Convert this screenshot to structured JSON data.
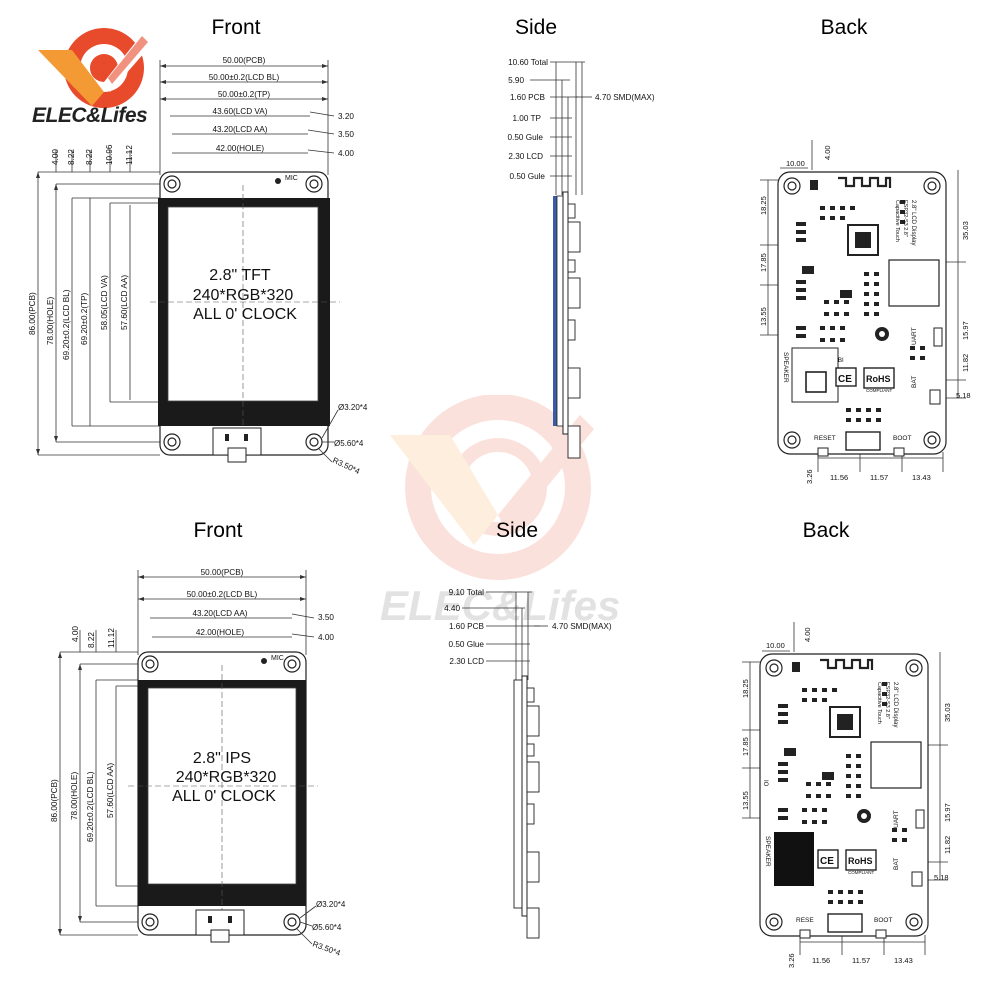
{
  "brand": {
    "logo_text": "ELEC&Lifes",
    "watermark_text": "ELEC&Lifes",
    "colors": {
      "primary": "#e84a2c",
      "secondary": "#f39a34"
    }
  },
  "top": {
    "front": {
      "title": "Front",
      "screen_line1": "2.8\" TFT",
      "screen_line2": "240*RGB*320",
      "screen_line3": "ALL 0' CLOCK",
      "mic": "MIC",
      "h_dims": [
        "50.00(PCB)",
        "50.00±0.2(LCD BL)",
        "50.00±0.2(TP)",
        "43.60(LCD VA)",
        "43.20(LCD AA)",
        "42.00(HOLE)"
      ],
      "right_dims": [
        "3.20",
        "3.50",
        "4.00"
      ],
      "v_dims": [
        "86.00(PCB)",
        "78.00(HOLE)",
        "69.20±0.2(LCD BL)",
        "69.20±0.2(TP)",
        "58.05(LCD VA)",
        "57.60(LCD AA)"
      ],
      "top_small": [
        "4.00",
        "8.22",
        "8.22",
        "10.96",
        "11.12"
      ],
      "hole_labels": [
        "Ø3.20*4",
        "Ø5.60*4",
        "R3.50*4"
      ]
    },
    "side": {
      "title": "Side",
      "labels": [
        "10.60 Total",
        "5.90",
        "1.60 PCB",
        "1.00 TP",
        "0.50 Gule",
        "2.30 LCD",
        "0.50 Gule"
      ],
      "smd": "4.70 SMD(MAX)"
    },
    "back": {
      "title": "Back",
      "left_dims": [
        "18.25",
        "17.85",
        "13.55"
      ],
      "top_dims": [
        "10.00",
        "4.00"
      ],
      "right_dims": [
        "35.03",
        "15.97",
        "11.82",
        "5.18"
      ],
      "bottom_dims": [
        "3.26",
        "11.56",
        "11.57",
        "13.43"
      ],
      "silk": [
        "RESET",
        "BOOT",
        "SPEAKER",
        "BAT",
        "UART",
        "2.8\" LCD Display",
        "ESP32-S3  2.8\"",
        "Capacitive Touch",
        "CE",
        "RoHS",
        "COMPLIANT",
        "BI"
      ]
    }
  },
  "bottom": {
    "front": {
      "title": "Front",
      "screen_line1": "2.8\" IPS",
      "screen_line2": "240*RGB*320",
      "screen_line3": "ALL 0' CLOCK",
      "mic": "MIC",
      "h_dims": [
        "50.00(PCB)",
        "50.00±0.2(LCD BL)",
        "43.20(LCD AA)",
        "42.00(HOLE)"
      ],
      "right_dims": [
        "3.50",
        "4.00"
      ],
      "v_dims": [
        "86.00(PCB)",
        "78.00(HOLE)",
        "69.20±0.2(LCD BL)",
        "57.60(LCD AA)"
      ],
      "top_small": [
        "4.00",
        "8.22",
        "11.12"
      ],
      "hole_labels": [
        "Ø3.20*4",
        "Ø5.60*4",
        "R3.50*4"
      ]
    },
    "side": {
      "title": "Side",
      "labels": [
        "9.10 Total",
        "4.40",
        "1.60 PCB",
        "0.50 Glue",
        "2.30 LCD"
      ],
      "smd": "4.70 SMD(MAX)"
    },
    "back": {
      "title": "Back",
      "left_dims": [
        "18.25",
        "17.85",
        "13.55"
      ],
      "top_dims": [
        "10.00",
        "4.00"
      ],
      "right_dims": [
        "35.03",
        "15.97",
        "11.82",
        "5.18"
      ],
      "bottom_dims": [
        "3.26",
        "11.56",
        "11.57",
        "13.43"
      ],
      "silk": [
        "RESE",
        "BOOT",
        "SPEAKER",
        "BAT",
        "UART",
        "2.8\" LCD Display",
        "ESP32-S3  2.8\"",
        "Capacitive Touch",
        "CE",
        "RoHS",
        "COMPLIANT",
        "IO"
      ]
    }
  }
}
